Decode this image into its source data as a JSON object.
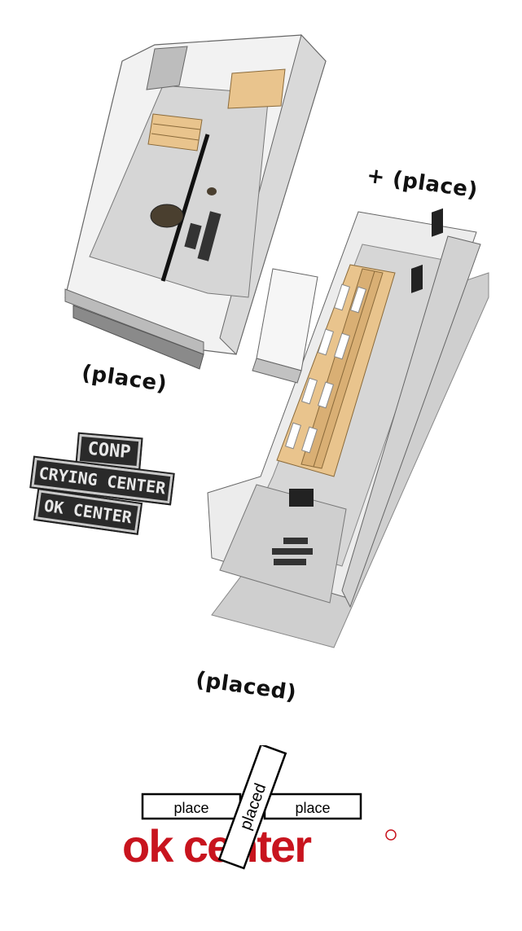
{
  "captions": {
    "top_right": "+ (place)",
    "middle_left": "(place)",
    "bottom": "(placed)"
  },
  "signs": {
    "conp": "CONP",
    "crying_center": "CRYING CENTER",
    "ok_center": "OK CENTER"
  },
  "logo": {
    "left_box": "place",
    "right_box": "place",
    "diagonal_box": "placed",
    "wordmark": "ok center",
    "brand_color": "#c8141e"
  },
  "colors": {
    "floor": "#d6d6d6",
    "wall": "#f4f4f4",
    "wall_shade": "#bdbdbd",
    "wood": "#e9c48d"
  }
}
